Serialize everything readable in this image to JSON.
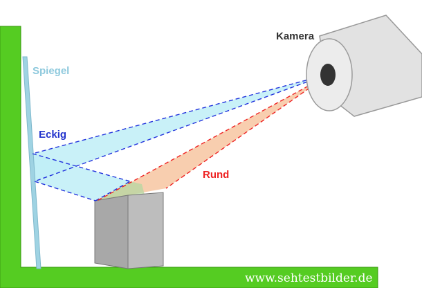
{
  "labels": {
    "camera": "Kamera",
    "mirror": "Spiegel",
    "angular": "Eckig",
    "round": "Rund"
  },
  "watermark": "www.sehtestbilder.de",
  "colors": {
    "wall": "#55cc22",
    "wall_stroke": "#3a9a12",
    "mirror": "#9fd3e3",
    "angular_ray": "#2233dd",
    "angular_fill": "#bfeff7",
    "round_ray": "#ee2222",
    "round_fill": "#f7c9a6",
    "camera_body": "#e2e2e2",
    "camera_stroke": "#999999",
    "label_camera": "#333333",
    "label_mirror": "#8ec9dd",
    "label_angular": "#2233cc",
    "label_round": "#ee2222",
    "watermark": "#ffffff"
  },
  "icons": {
    "camera": "camera-icon",
    "mirror": "mirror-plate",
    "object": "folded-card"
  }
}
